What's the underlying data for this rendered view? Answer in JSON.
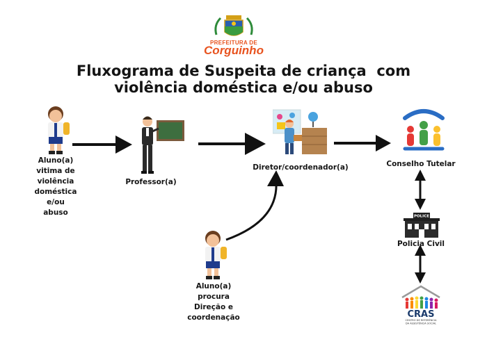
{
  "header": {
    "logo_top_text": "PREFEITURA DE",
    "logo_name": "Corguinho",
    "title_lines": [
      "Fluxograma de Suspeita de criança  com",
      "violência doméstica e/ou abuso"
    ]
  },
  "nodes": {
    "aluno_vitima": [
      "Aluno(a)",
      "vitima de",
      "violência",
      "doméstica",
      "e/ou",
      "abuso"
    ],
    "professor": "Professor(a)",
    "diretor": "Diretor/coordenador(a)",
    "conselho": "Conselho Tutelar",
    "policia": "Policia Civil",
    "police_sign": "POLICE",
    "aluno_procura": [
      "Aluno(a)",
      "procura",
      "Direção e",
      "coordenação"
    ]
  },
  "cras": {
    "name": "CRAS",
    "subtitle_1": "CENTRO DE REFERÊNCIA",
    "subtitle_2": "DA ASSISTÊNCIA SOCIAL"
  },
  "colors": {
    "brand_orange": "#e8531f",
    "arrow": "#111111",
    "board_green": "#3d6e3f",
    "council_blue": "#2a6dc4"
  }
}
